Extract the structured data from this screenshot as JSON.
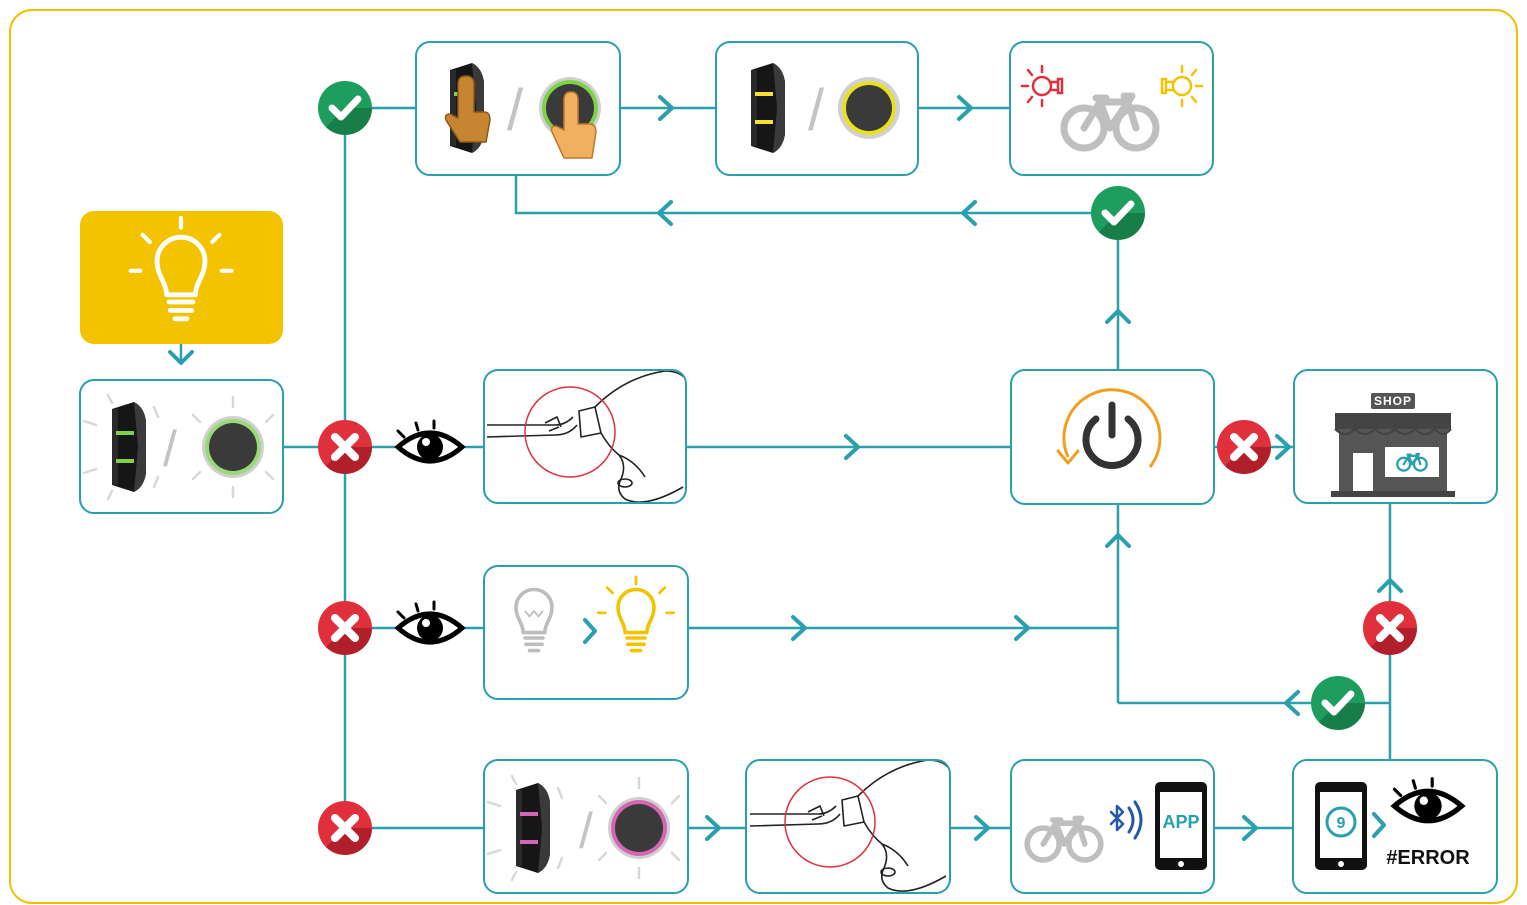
{
  "colors": {
    "frame": "#f2bf00",
    "teal": "#2a9fad",
    "green": "#1e9e5e",
    "red": "#e0303c",
    "yellow": "#f3c300",
    "pink": "#d466b5",
    "blue": "#2458a6"
  },
  "icons": {
    "start": "lightbulb-icon",
    "check": "check-badge-icon",
    "cross": "cross-badge-icon",
    "eye": "eye-icon",
    "power": "power-restart-icon",
    "shop": "bike-shop-icon",
    "bluetooth": "bluetooth-icon",
    "phone": "smartphone-icon"
  },
  "labels": {
    "shop_sign": "SHOP",
    "app": "APP",
    "error_code": "9",
    "error_tag": "#ERROR"
  },
  "separators": {
    "slash": "/"
  }
}
